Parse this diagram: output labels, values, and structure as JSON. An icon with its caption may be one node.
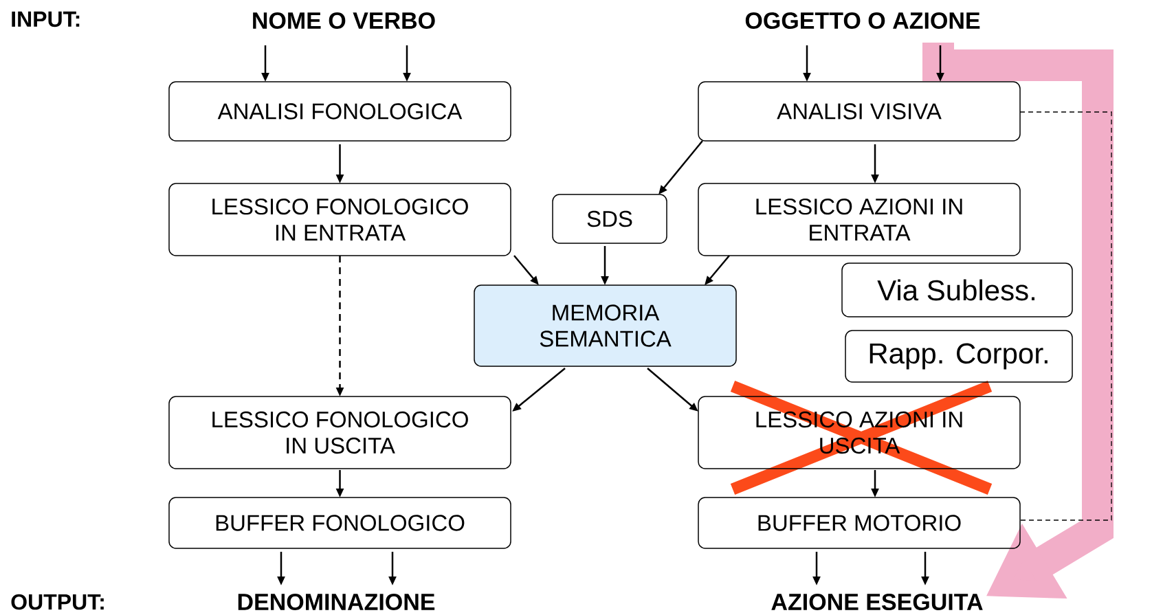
{
  "diagram": {
    "nodes": [
      {
        "text": [
          "NOME O VERBO"
        ]
      },
      {
        "text": [
          "OGGETTO O AZIONE"
        ]
      },
      {
        "text": [
          "ANALISI FONOLOGICA"
        ]
      },
      {
        "text": [
          "ANALISI VISIVA"
        ]
      },
      {
        "text": [
          "LESSICO FONOLOGICO IN ENTRATA"
        ]
      },
      {
        "text": [
          "SDS"
        ]
      },
      {
        "text": [
          "LESSICO AZIONI IN ENTRATA"
        ]
      },
      {
        "text": [
          "MEMORIA SEMANTICA"
        ]
      },
      {
        "text": [
          "LESSICO FONOLOGICO IN USCITA"
        ]
      },
      {
        "text": [
          "LESSICO AZIONI IN USCITA"
        ]
      },
      {
        "text": [
          "BUFFER FONOLOGICO"
        ]
      },
      {
        "text": [
          "BUFFER MOTORIO"
        ]
      },
      {
        "text": [
          "Via Subless."
        ]
      },
      {
        "text": [
          "Rapp. Corpor."
        ]
      },
      {
        "text": [
          "DENOMINAZIONE"
        ]
      },
      {
        "text": [
          "AZIONE ESEGUITA"
        ]
      }
    ],
    "edges": [
      {
        "from": 1,
        "to": 15,
        "arrow": "to",
        "style": "thick",
        "color": "#f2aec8"
      },
      {
        "from": 0,
        "to": 2,
        "arrow": "to"
      },
      {
        "from": 0,
        "to": 2,
        "arrow": "to"
      },
      {
        "from": 1,
        "to": 3,
        "arrow": "to"
      },
      {
        "from": 1,
        "to": 3,
        "arrow": "to"
      },
      {
        "from": 2,
        "to": 4,
        "arrow": "to"
      },
      {
        "from": 3,
        "to": 6,
        "arrow": "to"
      },
      {
        "from": 3,
        "to": 5,
        "arrow": "to"
      },
      {
        "from": 4,
        "to": 7,
        "arrow": "to"
      },
      {
        "from": 5,
        "to": 7,
        "arrow": "to"
      },
      {
        "from": 6,
        "to": 7,
        "arrow": "to"
      },
      {
        "from": 4,
        "to": 8,
        "arrow": "to",
        "style": "dashed"
      },
      {
        "from": 7,
        "to": 8,
        "arrow": "to"
      },
      {
        "from": 7,
        "to": 9,
        "arrow": "to"
      },
      {
        "from": 8,
        "to": 10,
        "arrow": "to"
      },
      {
        "from": 9,
        "to": 11,
        "arrow": "to"
      },
      {
        "from": 10,
        "to": 14,
        "arrow": "to"
      },
      {
        "from": 10,
        "to": 14,
        "arrow": "to"
      },
      {
        "from": 11,
        "to": 15,
        "arrow": "to"
      },
      {
        "from": 11,
        "to": 15,
        "arrow": "to"
      },
      {
        "from": 3,
        "to": 11,
        "arrow": "none",
        "style": "dashed"
      }
    ],
    "labels": [
      "INPUT:",
      "OUTPUT:"
    ]
  }
}
